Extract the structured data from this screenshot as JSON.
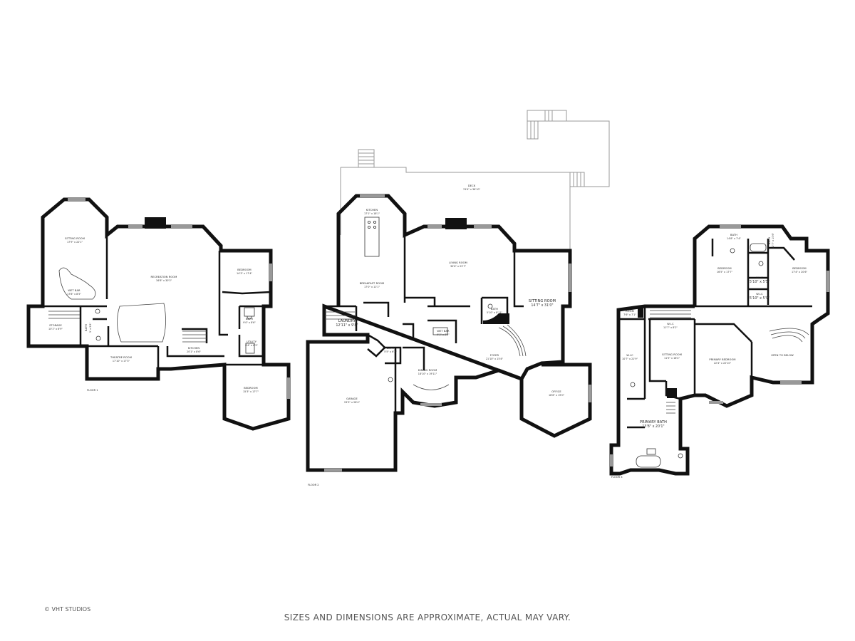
{
  "footer": {
    "disclaimer": "SIZES AND DIMENSIONS ARE APPROXIMATE, ACTUAL MAY VARY.",
    "copyright": "© VHT STUDIOS"
  },
  "floor1": {
    "label": "FLOOR 1",
    "rooms": {
      "sitting": {
        "name": "SITTING ROOM",
        "dim": "17'9\" x 22'1\""
      },
      "recreation": {
        "name": "RECREATION ROOM",
        "dim": "34'8\" x 30'3\""
      },
      "bedroom1": {
        "name": "BEDROOM",
        "dim": "14'3\" x 17'4\""
      },
      "wetbar": {
        "name": "WET BAR",
        "dim": "17'8\" x 8'5\""
      },
      "storage": {
        "name": "STORAGE",
        "dim": "10'1\" x 6'9\""
      },
      "bath": {
        "name": "BATH",
        "dim": "9'0\" x 8'6\""
      },
      "bath_small": {
        "name": "BATH",
        "dim": "5' x 5'8\""
      },
      "theatre": {
        "name": "THEATRE ROOM",
        "dim": "17'10\" x 17'3\""
      },
      "kitchen": {
        "name": "KITCHEN",
        "dim": "20'1\" x 8'6\""
      },
      "utility": {
        "name": "UTILITY",
        "dim": "6'4\" x 6'3\""
      },
      "bedroom2": {
        "name": "BEDROOM",
        "dim": "15'3\" x 17'7\""
      }
    }
  },
  "floor2": {
    "label": "FLOOR 2",
    "rooms": {
      "deck": {
        "name": "DECK",
        "dim": "74'4\" x 36'10\""
      },
      "kitchen": {
        "name": "KITCHEN",
        "dim": "17'1\" x 18'1\""
      },
      "breakfast": {
        "name": "BREAKFAST ROOM",
        "dim": "17'0\" x 11'1\""
      },
      "living": {
        "name": "LIVING ROOM",
        "dim": "30'6\" x 23'7\""
      },
      "bath": {
        "name": "BATH",
        "dim": "5'10\" x 8'11\""
      },
      "sitting": {
        "name": "SITTING ROOM",
        "dim": "14'7\" x 31'0\""
      },
      "laundry": {
        "name": "LAUNDRY",
        "dim": "12'11\" x 9'8\""
      },
      "wetbar": {
        "name": "WET BAR",
        "dim": "9'1\" x 8'2\""
      },
      "bath2": {
        "name": "BATH",
        "dim": "5'5\" x 6'3\""
      },
      "foyer": {
        "name": "FOYER",
        "dim": "21'10\" x 15'4\""
      },
      "dining": {
        "name": "DINING ROOM",
        "dim": "18'10\" x 19'11\""
      },
      "garage": {
        "name": "GARAGE",
        "dim": "23'3\" x 28'4\""
      },
      "office": {
        "name": "OFFICE",
        "dim": "18'6\" x 19'0\""
      }
    }
  },
  "floor3": {
    "label": "FLOOR 3",
    "rooms": {
      "bath1": {
        "name": "BATH",
        "dim": "14'8\" x 7'4\""
      },
      "bath2": {
        "name": "BATH",
        "dim": "12'7\" x 10'6\""
      },
      "bedroom1": {
        "name": "BEDROOM",
        "dim": "16'5\" x 17'7\""
      },
      "bedroom2": {
        "name": "BEDROOM",
        "dim": "17'4\" x 20'6\""
      },
      "wic1": {
        "name": "W.I.C",
        "dim": "5'10\" x 5'5\""
      },
      "wic2": {
        "name": "W.I.C",
        "dim": "5'10\" x 5'9\""
      },
      "room": {
        "name": "ROOM",
        "dim": "7'6\" x 7'1\""
      },
      "wic3": {
        "name": "W.I.C",
        "dim": "11'7\" x 8'2\""
      },
      "wic4": {
        "name": "W.I.C",
        "dim": "10'7\" x 21'9\""
      },
      "sitting": {
        "name": "SITTING ROOM",
        "dim": "11'5\" x 18'4\""
      },
      "primary_bed": {
        "name": "PRIMARY BEDROOM",
        "dim": "22'4\" x 22'10\""
      },
      "open": {
        "name": "OPEN TO BELOW",
        "dim": ""
      },
      "primary_bath": {
        "name": "PRIMARY BATH",
        "dim": "13'8\" x 20'1\""
      }
    }
  }
}
